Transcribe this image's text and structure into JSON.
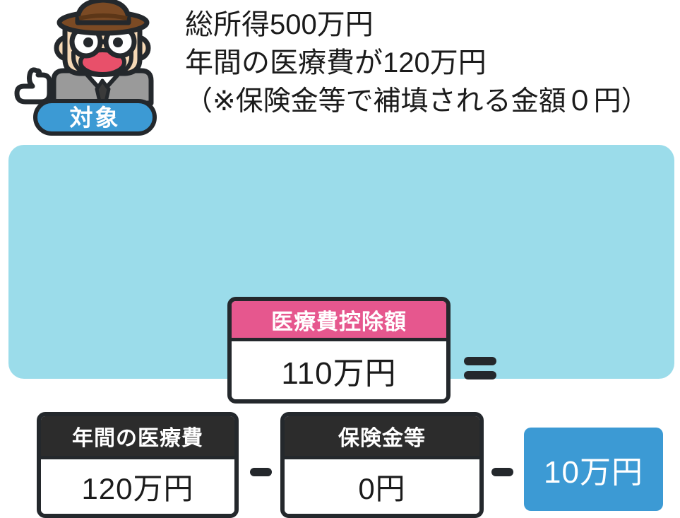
{
  "mascot": {
    "icon": "man-with-hat-thumbs-up-illustration",
    "hat_color": "#7B4A24",
    "skin_color": "#F6D9B6",
    "suit_color": "#9A9A9A",
    "mouth_color": "#E8506A"
  },
  "badge": {
    "label": "対象",
    "background": "#3C9AD4",
    "text_color": "#FFFFFF",
    "border_color": "#24282C"
  },
  "header": {
    "line1": "総所得500万円",
    "line2": "年間の医療費が120万円",
    "line3": "（※保険金等で補填される金額０円）"
  },
  "panel": {
    "background": "#9BDCEA"
  },
  "formula": {
    "result": {
      "header": "医療費控除額",
      "header_color": "#E6578E",
      "value": "110万円"
    },
    "operator_equals": "=",
    "terms": [
      {
        "header": "年間の医療費",
        "header_color": "#2C2C2C",
        "value": "120万円"
      },
      {
        "header": "保険金等",
        "header_color": "#2C2C2C",
        "value": "0円"
      }
    ],
    "operator_minus_1": "-",
    "operator_minus_2": "-",
    "threshold": {
      "value": "10万円",
      "background": "#3C9AD4",
      "text_color": "#FFFFFF"
    }
  }
}
